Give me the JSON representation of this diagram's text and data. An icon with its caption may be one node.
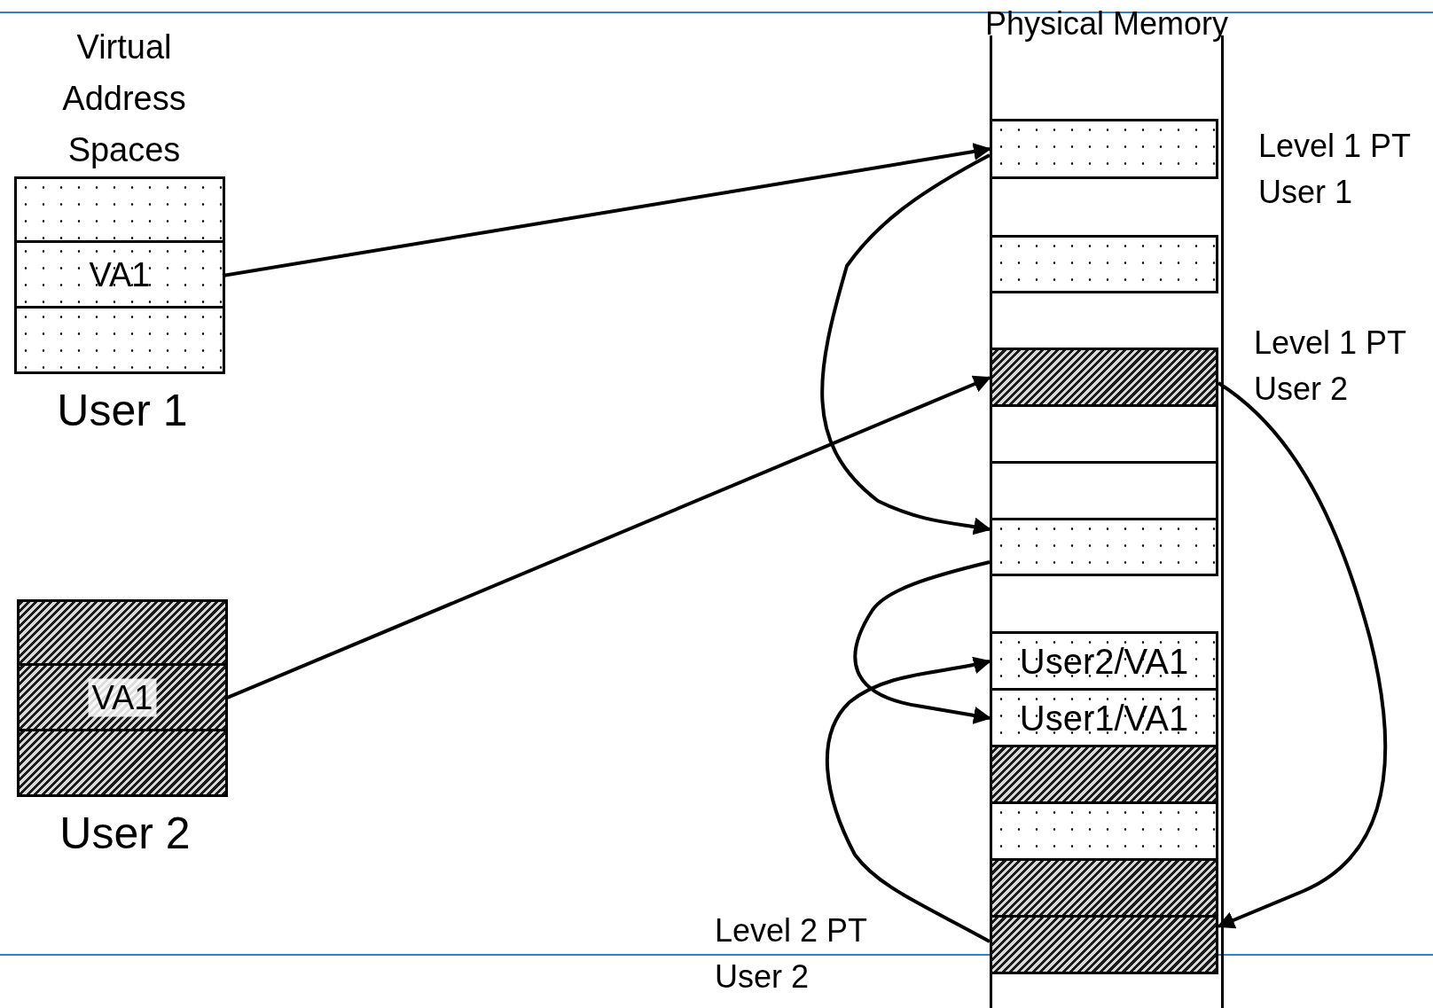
{
  "diagram": {
    "nodes": [
      {
        "text": [
          "User 1"
        ]
      },
      {
        "text": [],
        "shape": "box",
        "in": 0
      },
      {
        "text": [
          "VA1"
        ],
        "in": 0
      },
      {
        "text": [],
        "shape": "box",
        "in": 0
      },
      {
        "text": [
          "User 2"
        ]
      },
      {
        "text": [],
        "shape": "box",
        "in": 4
      },
      {
        "text": [
          "VA1"
        ],
        "in": 4
      },
      {
        "text": [],
        "shape": "box",
        "in": 4
      },
      {
        "text": [
          "Physical Memory"
        ]
      },
      {
        "text": [],
        "shape": "box",
        "in": 8,
        "beside": [
          "Level 1 PT User 1"
        ]
      },
      {
        "text": [],
        "shape": "box",
        "in": 8
      },
      {
        "text": [],
        "shape": "box",
        "in": 8,
        "beside": [
          "Level 1 PT User 2"
        ]
      },
      {
        "text": [],
        "shape": "box",
        "in": 8
      },
      {
        "text": [],
        "shape": "box",
        "in": 8
      },
      {
        "text": [],
        "shape": "box",
        "in": 8
      },
      {
        "text": [
          "User2/VA1"
        ],
        "in": 8
      },
      {
        "text": [
          "User1/VA1"
        ],
        "in": 8
      },
      {
        "text": [],
        "shape": "box",
        "in": 8
      },
      {
        "text": [],
        "shape": "box",
        "in": 8
      },
      {
        "text": [],
        "shape": "box",
        "in": 8
      },
      {
        "text": [],
        "shape": "box",
        "in": 8
      }
    ],
    "edges": [
      {
        "from": 2,
        "to": 9,
        "arrow": "to"
      },
      {
        "from": 6,
        "to": 11,
        "arrow": "to"
      },
      {
        "from": 9,
        "to": 14,
        "arrow": "to"
      },
      {
        "from": 14,
        "to": 16,
        "arrow": "to"
      },
      {
        "from": 11,
        "to": 20,
        "arrow": "to"
      },
      {
        "from": 20,
        "to": 15,
        "arrow": "to"
      }
    ],
    "labels": [
      "Virtual Address Spaces",
      "Level 2 PT User 2"
    ]
  }
}
